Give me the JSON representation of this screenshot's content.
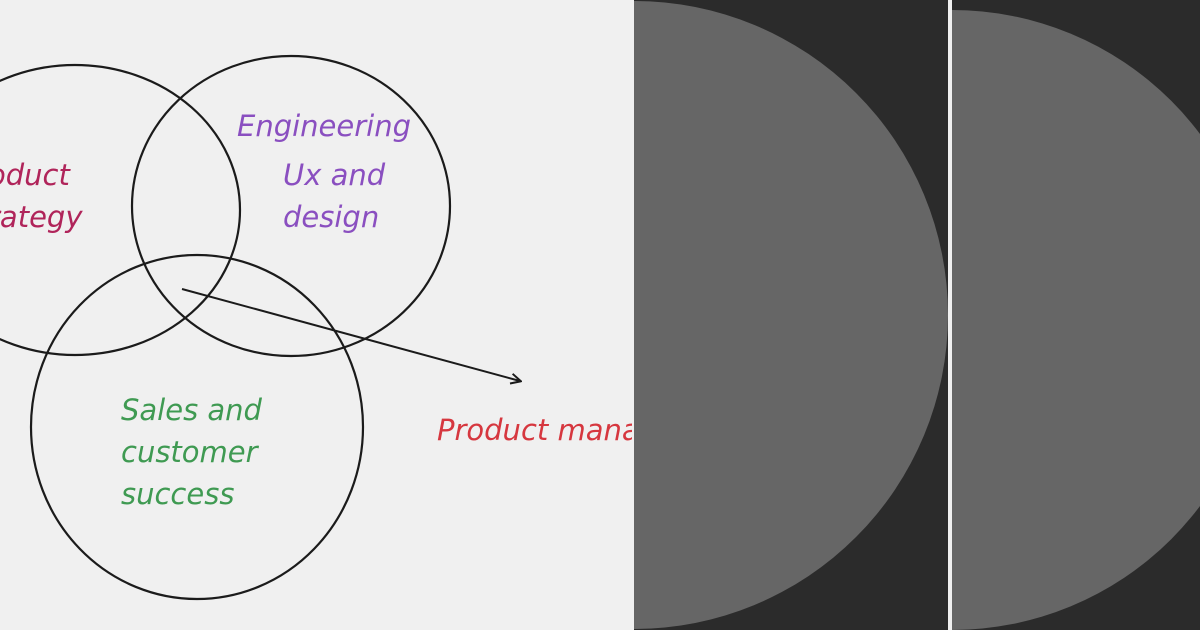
{
  "diagram": {
    "label_product_strategy": [
      "oduct",
      "rategy"
    ],
    "label_engineering": "Engineering",
    "label_ux_design": [
      "Ux and",
      "design"
    ],
    "label_sales": [
      "Sales and",
      "customer",
      "success"
    ],
    "label_product_manager": "Product mana",
    "colors": {
      "strategy": "#b0245a",
      "engineering": "#8a4fc0",
      "sales": "#3f9a52",
      "product_manager": "#d6373f",
      "stroke": "#1b1b1b"
    }
  },
  "panels": {
    "background": "#2b2b2b",
    "circle_fill": "#666666"
  }
}
